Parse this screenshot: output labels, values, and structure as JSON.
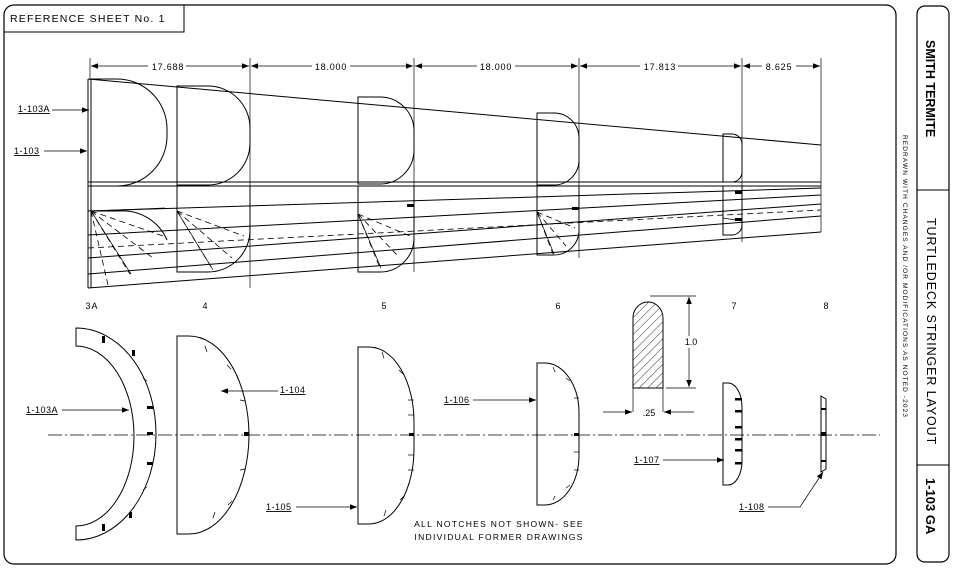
{
  "reference_sheet": "REFERENCE SHEET No. 1",
  "dimensions": {
    "d1": "17.688",
    "d2": "18.000",
    "d3": "18.000",
    "d4": "17.813",
    "d5": "8.625"
  },
  "part_labels": {
    "p103a_top": "1-103A",
    "p103_top": "1-103",
    "p103a_bottom": "1-103A",
    "p104": "1-104",
    "p105": "1-105",
    "p106": "1-106",
    "p107": "1-107",
    "p108": "1-108"
  },
  "stations": [
    "3A",
    "4",
    "5",
    "6",
    "7",
    "8"
  ],
  "section_detail": {
    "height": "1.0",
    "width": ".25"
  },
  "note": {
    "line1": "ALL NOTCHES NOT SHOWN- SEE",
    "line2": "INDIVIDUAL FORMER DRAWINGS"
  },
  "title_block": {
    "project": "SMITH TERMITE",
    "sheet_title": "TURTLEDECK STRINGER LAYOUT",
    "revision_note": "REDRAWN WITH CHANGES AND /OR MODIFICATIONS AS NOTED -2023",
    "drawing_number": "1-103 GA"
  }
}
